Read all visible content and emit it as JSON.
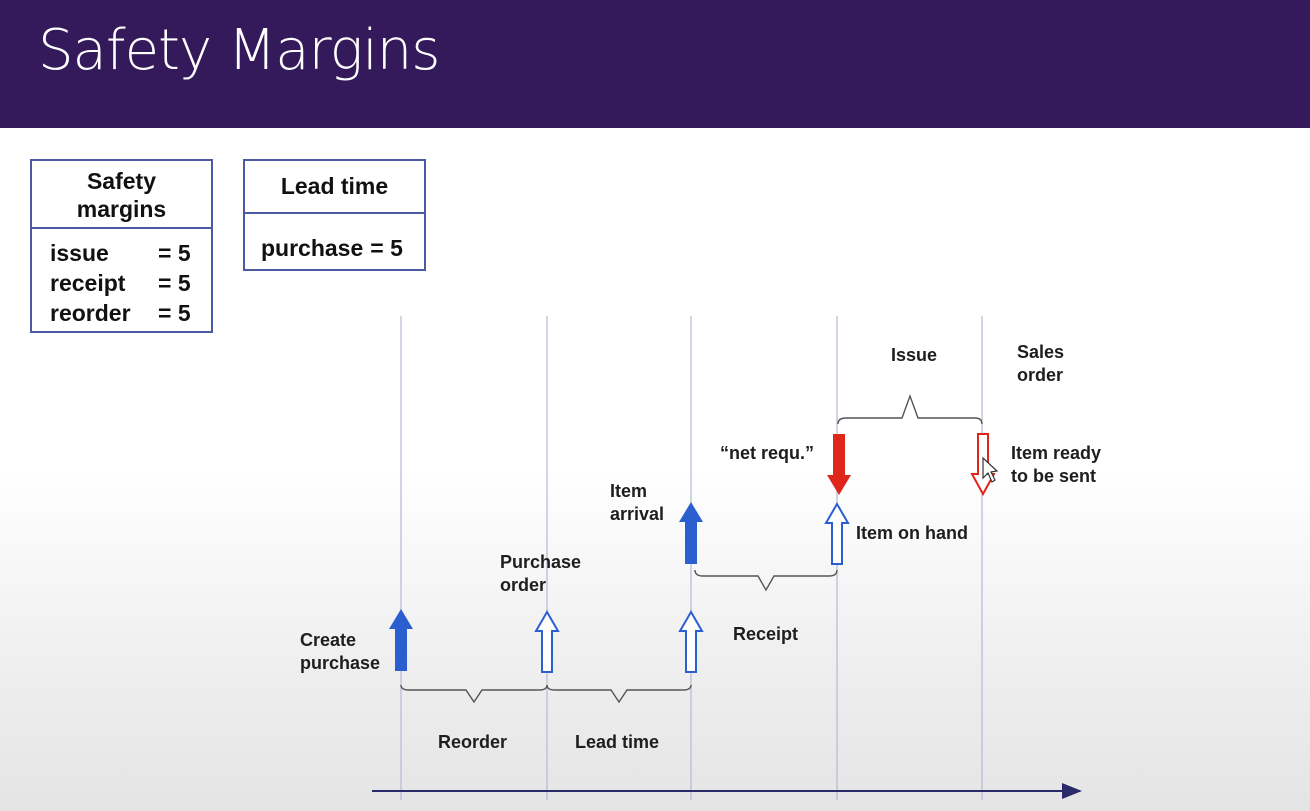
{
  "slide": {
    "title": "Safety Margins"
  },
  "safety_margins_box": {
    "heading_line1": "Safety",
    "heading_line2": "margins",
    "rows": [
      {
        "label": "issue",
        "value": "= 5"
      },
      {
        "label": "receipt",
        "value": "= 5"
      },
      {
        "label": "reorder",
        "value": "= 5"
      }
    ]
  },
  "lead_time_box": {
    "heading": "Lead time",
    "rows": [
      {
        "label": "purchase",
        "value": "= 5"
      }
    ]
  },
  "diagram": {
    "event_labels": {
      "create_line1": "Create",
      "create_line2": "purchase",
      "po_line1": "Purchase",
      "po_line2": "order",
      "arrival_line1": "Item",
      "arrival_line2": "arrival",
      "net_requ": "“net requ.”",
      "on_hand": "Item on hand",
      "ready_line1": "Item ready",
      "ready_line2": "to be sent",
      "sales_line1": "Sales",
      "sales_line2": "order"
    },
    "interval_labels": {
      "reorder": "Reorder",
      "lead_time": "Lead time",
      "receipt": "Receipt",
      "issue": "Issue"
    },
    "colors": {
      "blue": "#2b5fcf",
      "red": "#e0261b",
      "axis": "#2a2a6a",
      "grid": "#b9bfd3",
      "brace": "#555555"
    }
  }
}
